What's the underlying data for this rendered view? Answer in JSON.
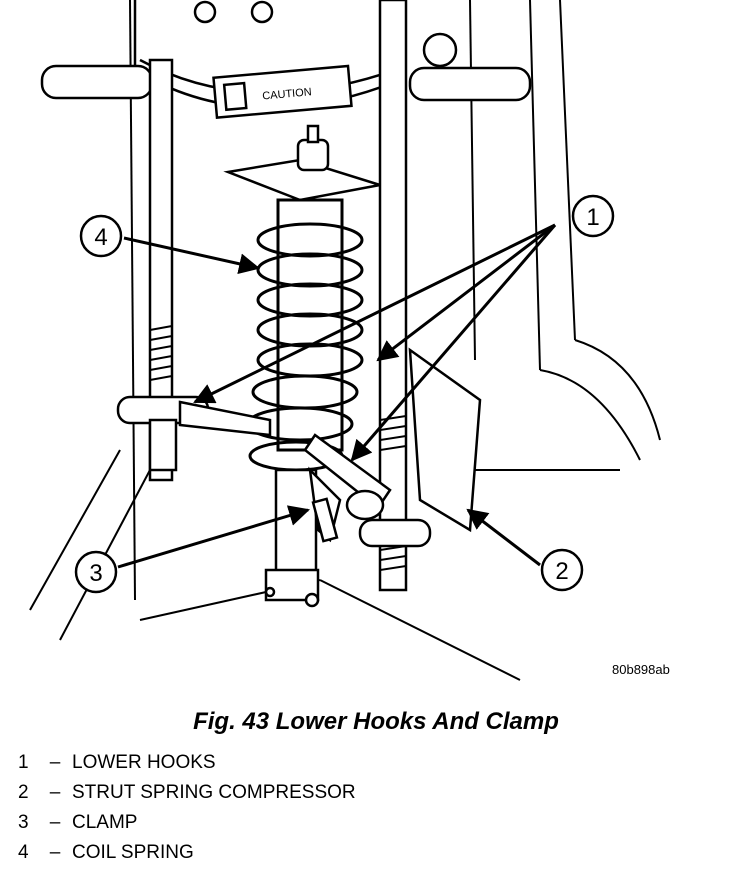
{
  "figure": {
    "image_code": "80b898ab",
    "title": "Fig. 43 Lower Hooks And Clamp",
    "caution_label": "CAUTION"
  },
  "callouts": [
    "1",
    "2",
    "3",
    "4"
  ],
  "legend": [
    {
      "num": "1",
      "sep": "–",
      "label": "LOWER HOOKS"
    },
    {
      "num": "2",
      "sep": "–",
      "label": "STRUT SPRING COMPRESSOR"
    },
    {
      "num": "3",
      "sep": "–",
      "label": "CLAMP"
    },
    {
      "num": "4",
      "sep": "–",
      "label": "COIL SPRING"
    }
  ]
}
